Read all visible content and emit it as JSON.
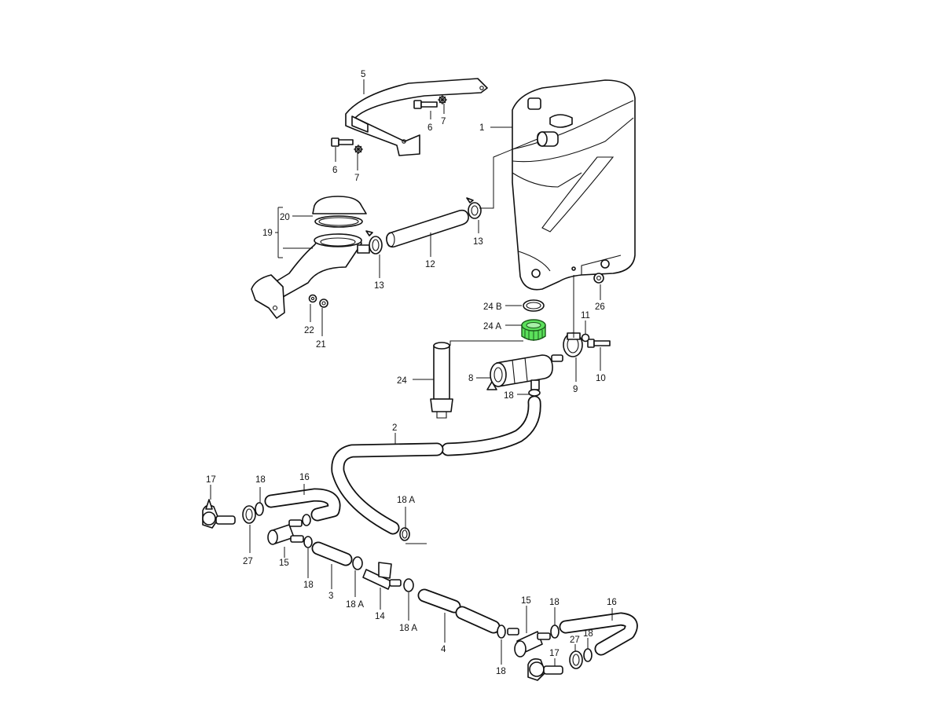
{
  "labels": {
    "p1": "1",
    "p2": "2",
    "p3": "3",
    "p4": "4",
    "p5": "5",
    "p6a": "6",
    "p6b": "6",
    "p7a": "7",
    "p7b": "7",
    "p8": "8",
    "p9": "9",
    "p10": "10",
    "p11": "11",
    "p12": "12",
    "p13a": "13",
    "p13b": "13",
    "p14": "14",
    "p15a": "15",
    "p15b": "15",
    "p16a": "16",
    "p16b": "16",
    "p17a": "17",
    "p17b": "17",
    "p18a": "18",
    "p18b": "18",
    "p18c": "18",
    "p18d": "18",
    "p18e": "18",
    "p18f": "18",
    "p18Aa": "18 A",
    "p18Ab": "18 A",
    "p18Ac": "18 A",
    "p19": "19",
    "p20": "20",
    "p21": "21",
    "p22": "22",
    "p24": "24",
    "p24A": "24 A",
    "p24B": "24 B",
    "p26": "26",
    "p27a": "27",
    "p27b": "27"
  },
  "colors": {
    "line": "#111111",
    "highlight": "#5be05b",
    "background": "#ffffff"
  },
  "highlighted_part": "24 A"
}
